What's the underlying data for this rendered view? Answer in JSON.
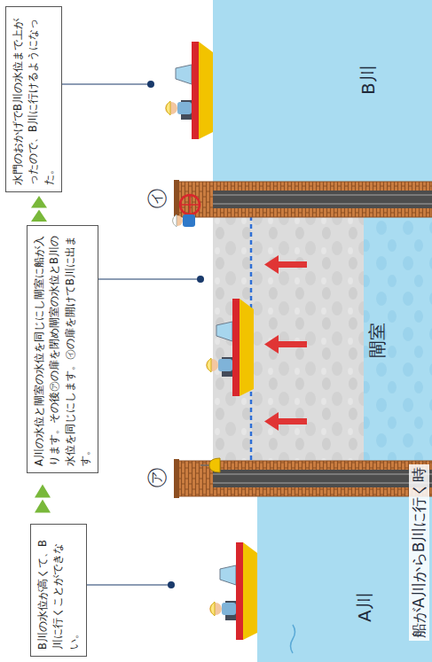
{
  "diagram": {
    "caption": "船がA川からB川に行く時",
    "nodes": [
      {
        "text": [
          "B川の水位が高くて、B川に行くことができない。"
        ]
      },
      {
        "text": [
          "A川の水位と閘室の水位を同じにし閘室に船が入ります。その後㋐の扉を閉め閘室の水位とB川の水位を同じにします。㋑の扉を開けてB川に出ます。"
        ]
      },
      {
        "text": [
          "水門のおかげでB川の水位まで上がったので、B川に行けるようになった。"
        ]
      }
    ],
    "edges": [
      {
        "from": 0,
        "to": 1,
        "arrow": "to"
      },
      {
        "from": 1,
        "to": 2,
        "arrow": "to"
      }
    ],
    "labels": [
      "A川",
      "閘室",
      "B川",
      "㋐",
      "㋑"
    ]
  }
}
